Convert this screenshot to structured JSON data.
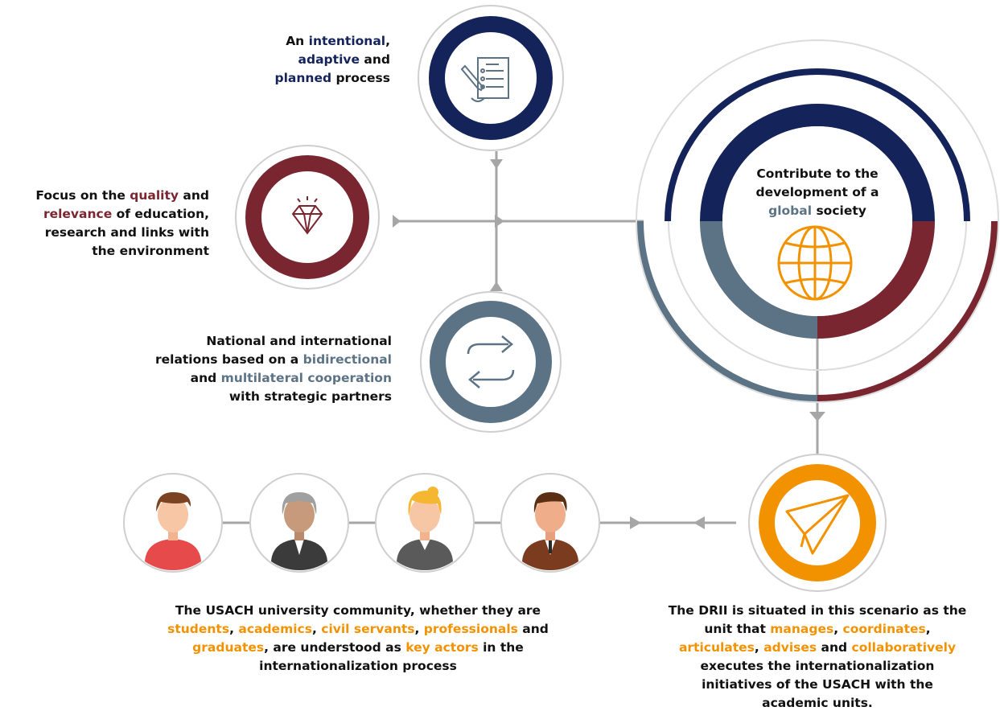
{
  "colors": {
    "navy": "#14235a",
    "maroon": "#7a2630",
    "slate": "#5c7385",
    "orange": "#f39200",
    "line": "#a6a6a6"
  },
  "icons": [
    "checklist-icon",
    "diamond-icon",
    "exchange-arrows-icon",
    "globe-icon",
    "paper-plane-icon",
    "person-student-icon",
    "person-academic-icon",
    "person-civil-servant-icon",
    "person-professional-icon"
  ],
  "process": {
    "t1": "An ",
    "t2": "intentional",
    "t3": ",",
    "t4": "adaptive",
    "t5": " and",
    "t6": "planned",
    "t7": " process"
  },
  "quality": {
    "t1": "Focus on the ",
    "t2": "quality",
    "t3": " and",
    "t4": "relevance",
    "t5": " of education,",
    "t6": "research and links with",
    "t7": "the environment"
  },
  "relations": {
    "t1": "National and international",
    "t2": "relations based on a ",
    "t3": "bidirectional",
    "t4": "and ",
    "t5": "multilateral cooperation",
    "t6": "with strategic partners"
  },
  "goal": {
    "t1": "Contribute to the",
    "t2": "development of a",
    "t3": "global",
    "t4": " society"
  },
  "community": {
    "t1": "The USACH university community, whether they are",
    "t2": "students",
    "t3": ", ",
    "t4": "academics",
    "t5": ", ",
    "t6": "civil servants",
    "t7": ", ",
    "t8": "professionals",
    "t9": " and",
    "t10": "graduates",
    "t11": ", are understood as ",
    "t12": "key actors",
    "t13": " in the",
    "t14": "internationalization process"
  },
  "drii": {
    "t1": "The DRII is situated in this scenario as the",
    "t2": "unit that ",
    "t3": "manages",
    "t4": ", ",
    "t5": "coordinates",
    "t6": ",",
    "t7": "articulates",
    "t8": ", ",
    "t9": "advises",
    "t10": " and ",
    "t11": "collaboratively",
    "t12": "executes the internationalization",
    "t13": "initiatives of the USACH with the",
    "t14": "academic units."
  }
}
